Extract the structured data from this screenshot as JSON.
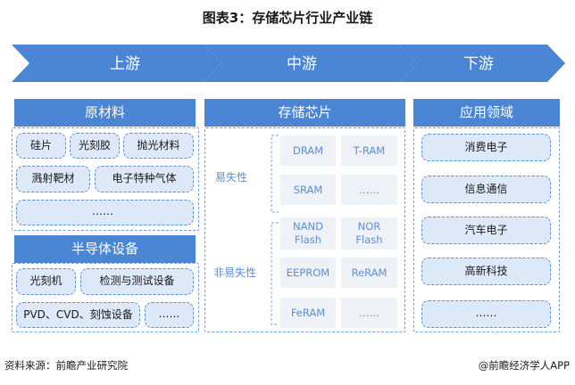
{
  "title": "图表3：存储芯片行业产业链",
  "chain": {
    "upstream": "上游",
    "midstream": "中游",
    "downstream": "下游"
  },
  "upstream": {
    "materials_header": "原材料",
    "materials": [
      "硅片",
      "光刻胶",
      "抛光材料",
      "溅射靶材",
      "电子特种气体",
      "……"
    ],
    "equipment_header": "半导体设备",
    "equipment": [
      "光刻机",
      "检测与测试设备",
      "PVD、CVD、刻蚀设备",
      "……"
    ]
  },
  "midstream": {
    "header": "存储芯片",
    "volatile_label": "易失性",
    "volatile": [
      "DRAM",
      "T-RAM",
      "SRAM",
      "……"
    ],
    "nonvolatile_label": "非易失性",
    "nonvolatile": [
      "NAND\nFlash",
      "NOR\nFlash",
      "EEPROM",
      "ReRAM",
      "FeRAM",
      "……"
    ]
  },
  "downstream": {
    "header": "应用领域",
    "items": [
      "消费电子",
      "信息通信",
      "汽车电子",
      "高新科技",
      "……"
    ]
  },
  "footer": {
    "source": "资料来源：前瞻产业研究院",
    "brand": "@前瞻经济学人APP"
  },
  "colors": {
    "arrow": "#4a86d4",
    "header": "#4a86d4",
    "pill_fill": "#dde8f8",
    "accent_text": "#5b8fd6",
    "gray_box": "#eef1f5"
  }
}
